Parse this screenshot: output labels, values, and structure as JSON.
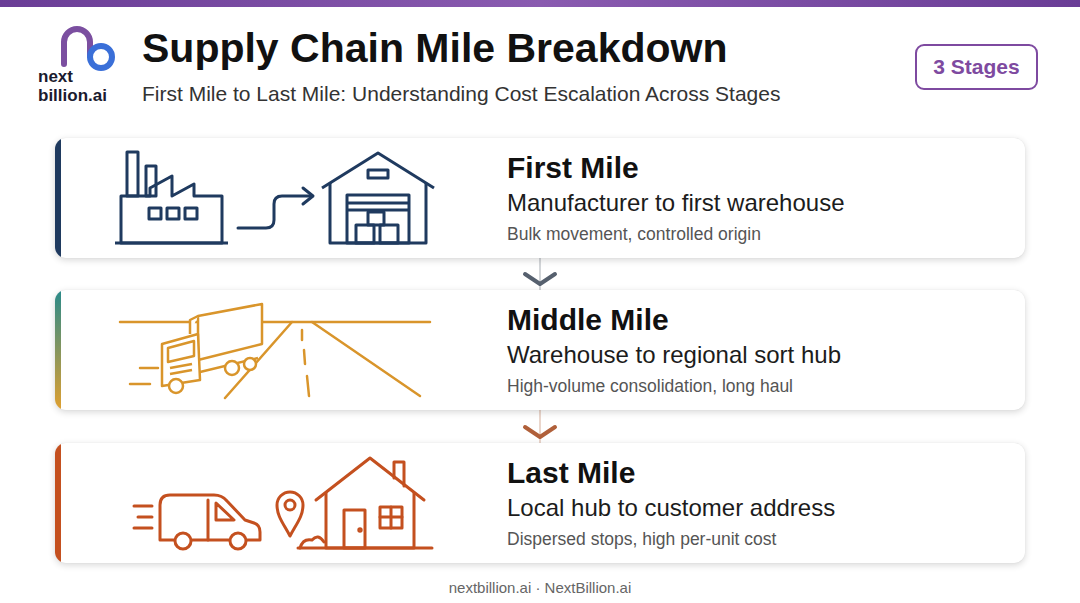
{
  "diagram": {
    "title": "Supply Chain Mile Breakdown",
    "caption": "nextbillion.ai · NextBillion.ai",
    "nodes": [
      {
        "text": [
          "3 Stages"
        ]
      },
      {
        "text": [
          "First Mile",
          "Manufacturer to first warehouse",
          "Bulk movement, controlled origin"
        ]
      },
      {
        "text": [
          "Middle Mile",
          "Warehouse to regional sort hub",
          "High-volume consolidation, long haul"
        ]
      },
      {
        "text": [
          "Last Mile",
          "Local hub to customer address",
          "Dispersed stops, high per-unit cost"
        ]
      }
    ],
    "edges": [
      {
        "from": 1,
        "to": 2,
        "arrow": "to"
      },
      {
        "from": 2,
        "to": 3,
        "arrow": "to"
      }
    ],
    "labels": [
      "First Mile to Last Mile: Understanding Cost Escalation Across Stages",
      "next",
      "billion.ai"
    ]
  }
}
